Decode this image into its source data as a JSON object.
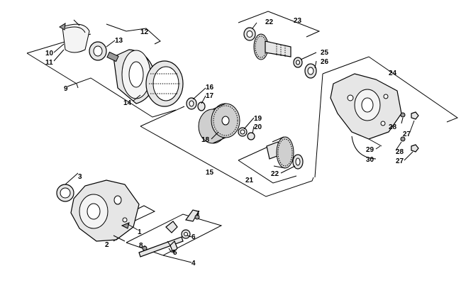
{
  "labels": {
    "l1": "1",
    "l2": "2",
    "l3": "3",
    "l4": "4",
    "l5": "5",
    "l6": "6",
    "l7": "7",
    "l8": "8",
    "l9": "9",
    "l10": "10",
    "l11": "11",
    "l12": "12",
    "l13": "13",
    "l14": "14",
    "l15": "15",
    "l16": "16",
    "l17": "17",
    "l18": "18",
    "l19": "19",
    "l20": "20",
    "l21": "21",
    "l22a": "22",
    "l22b": "22",
    "l23": "23",
    "l24": "24",
    "l25": "25",
    "l26": "26",
    "l27a": "27",
    "l27b": "27",
    "l28a": "28",
    "l28b": "28",
    "l29": "29",
    "l30": "30"
  },
  "colors": {
    "line": "#000000",
    "part_fill": "#e6e6e6",
    "gear_fill": "#cfcfcf",
    "background": "#ffffff"
  }
}
